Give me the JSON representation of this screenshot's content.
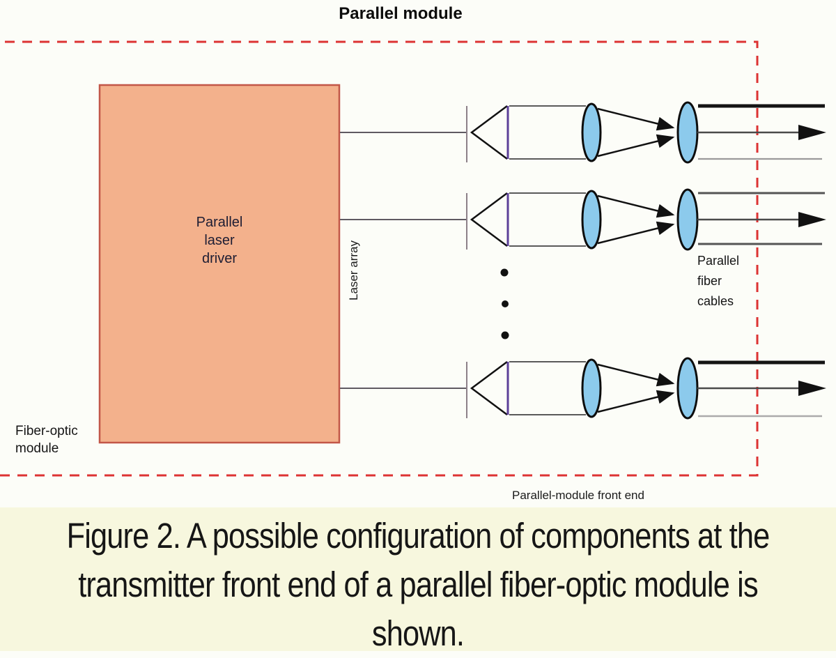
{
  "figure": {
    "title": "Parallel module",
    "driver_box": {
      "line1": "Parallel",
      "line2": "laser",
      "line3": "driver"
    },
    "laser_array_label": "Laser array",
    "module_label": {
      "line1": "Fiber-optic",
      "line2": "module"
    },
    "fiber_cables_label": {
      "line1": "Parallel",
      "line2": "fiber",
      "line3": "cables"
    },
    "front_end_label": "Parallel-module front end",
    "channel_count": 3,
    "colors": {
      "boundary_dash": "#dd3333",
      "driver_fill": "#f3b18c",
      "driver_border": "#c25748",
      "lens_fill": "#8ccaec",
      "laser_facet": "#5b3f99",
      "caption_background": "#f7f7de"
    }
  },
  "caption": {
    "lines": [
      "Figure 2. A possible configuration of components at the",
      "transmitter front end of a parallel fiber-optic module is",
      "shown."
    ]
  }
}
